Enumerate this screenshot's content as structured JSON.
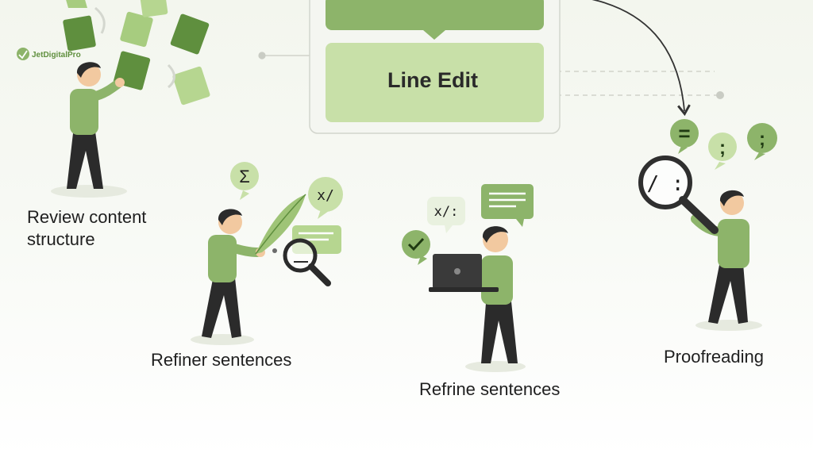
{
  "brand": {
    "logo_text": "JetDigitalPro"
  },
  "flow": {
    "current_step": "Line Edit"
  },
  "steps": [
    {
      "id": "review",
      "label": "Review content structure"
    },
    {
      "id": "refiner",
      "label": "Refiner sentences"
    },
    {
      "id": "refrine",
      "label": "Refrine sentences"
    },
    {
      "id": "proofreading",
      "label": "Proofreading"
    }
  ],
  "bubbles": {
    "sigma": "Σ",
    "refiner_mark": "x/",
    "laptop_mark": "x/:",
    "magnifier_mark": "/ :",
    "equals": "=",
    "semicolon_a": ";",
    "semicolon_b": ";"
  },
  "colors": {
    "accent_green": "#8db46a",
    "light_green": "#c8e0a8",
    "dark_green": "#5f8f3e",
    "pants": "#2b2b2b"
  }
}
